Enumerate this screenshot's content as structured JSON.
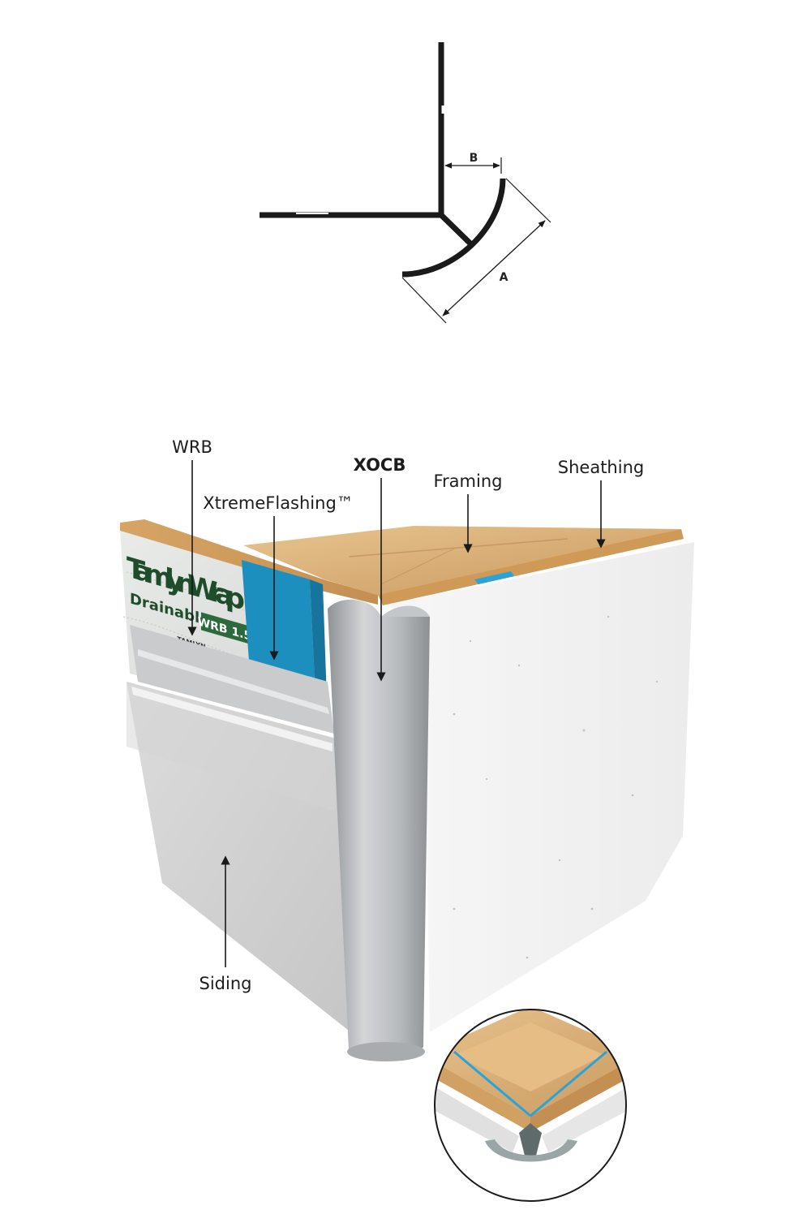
{
  "profile": {
    "dim_a": "A",
    "dim_b": "B"
  },
  "callouts": {
    "wrb": "WRB",
    "xtremeflashing": "XtremeFlashing™",
    "xocb": "XOCB",
    "framing": "Framing",
    "sheathing": "Sheathing",
    "siding": "Siding"
  },
  "wrap_print": {
    "brand": "TamlynWrap",
    "drainable": "Drainable",
    "grade": "WRB 1.5",
    "maker": "TAMLYN"
  },
  "colors": {
    "wood": "#d9b07a",
    "flashing_blue": "#1c8fbf",
    "trim_gray": "#b9bcc0",
    "siding_white": "#f2f2f2",
    "line": "#1a1a1a"
  }
}
